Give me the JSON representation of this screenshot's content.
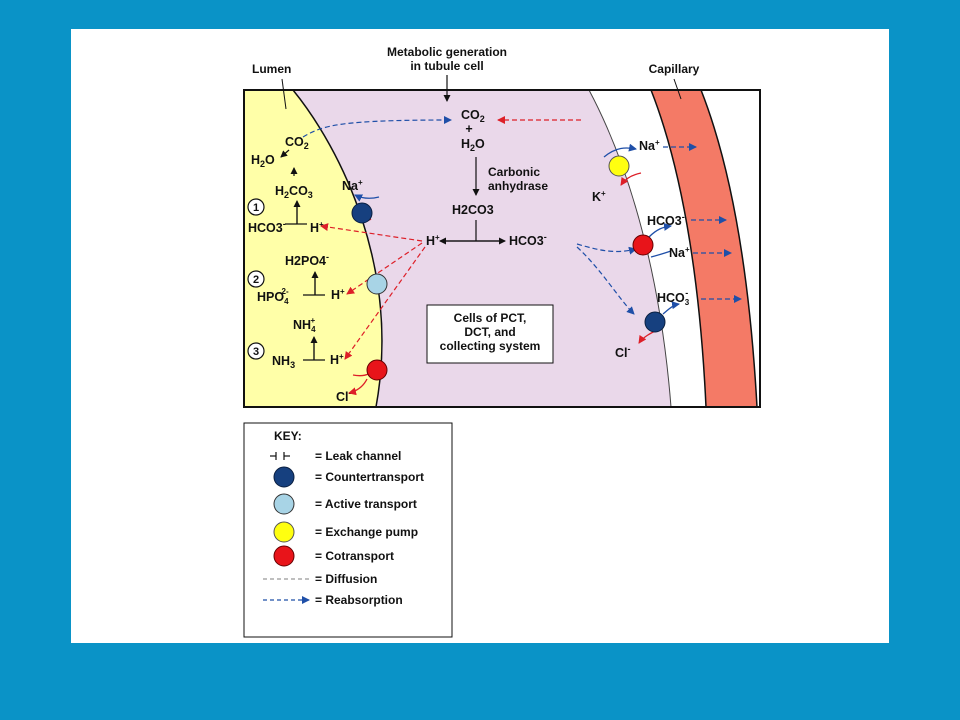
{
  "labels": {
    "lumen": "Lumen",
    "capillary": "Capillary",
    "metabolic_line1": "Metabolic generation",
    "metabolic_line2": "in tubule cell",
    "carbonic_line1": "Carbonic",
    "carbonic_line2": "anhydrase",
    "cells_line1": "Cells of PCT,",
    "cells_line2": "DCT, and",
    "cells_line3": "collecting system"
  },
  "molecules": {
    "co2_center": "CO",
    "co2_center_sub": "2",
    "plus": "+",
    "h2o_center_a": "H",
    "h2o_center_sub": "2",
    "h2o_center_b": "O",
    "h2co3_center": "H2CO3",
    "h_center": "H",
    "h_center_sup": "+",
    "hco3_center": "HCO3",
    "hco3_center_sup": "-",
    "lumen_co2": "CO",
    "lumen_co2_sub": "2",
    "lumen_h2o_a": "H",
    "lumen_h2o_sub": "2",
    "lumen_h2o_b": "O",
    "lumen_h2co3_a": "H",
    "lumen_h2co3_sub1": "2",
    "lumen_h2co3_b": "CO",
    "lumen_h2co3_sub2": "3",
    "lumen_hco3": "HCO3",
    "lumen_hco3_sup": "-",
    "lumen_h1": "H",
    "lumen_h1_sup": "+",
    "na_lumen": "Na",
    "na_lumen_sup": "+",
    "h2po4": "H2PO4",
    "h2po4_sup": "-",
    "hpo4": "HPO",
    "hpo4_sub": "4",
    "hpo4_sup": "2-",
    "lumen_h2": "H",
    "lumen_h2_sup": "+",
    "nh4": "NH",
    "nh4_sub": "4",
    "nh4_sup": "+",
    "nh3": "NH",
    "nh3_sub": "3",
    "lumen_h3": "H",
    "lumen_h3_sup": "+",
    "cl_lumen": "Cl",
    "cl_lumen_sup": "-",
    "na_cap": "Na",
    "na_cap_sup": "+",
    "k_cap": "K",
    "k_cap_sup": "+",
    "hco3_cap1": "HCO3",
    "hco3_cap1_sup": "-",
    "na_cap2": "Na",
    "na_cap2_sup": "+",
    "hco3_cap2": "HCO",
    "hco3_cap2_sub": "3",
    "hco3_cap2_sup": "-",
    "cl_cap": "Cl",
    "cl_cap_sup": "-"
  },
  "steps": [
    "1",
    "2",
    "3"
  ],
  "key": {
    "title": "KEY:",
    "leak_channel": "= Leak channel",
    "countertransport": "= Countertransport",
    "active_transport": "= Active transport",
    "exchange_pump": "= Exchange pump",
    "cotransport": "= Cotransport",
    "diffusion": "= Diffusion",
    "reabsorption": "= Reabsorption"
  },
  "colors": {
    "background": "#0a93c7",
    "lumen": "#ffffa8",
    "cell": "#ead8ea",
    "capillary": "#f47a66",
    "countertransport": "#16407f",
    "active_transport": "#a8d4e6",
    "exchange_pump": "#ffff10",
    "cotransport": "#e8141a",
    "reabsorption_arrow": "#1f4fa8",
    "secretion_arrow": "#dd1f28",
    "diffusion_line": "#999999"
  }
}
